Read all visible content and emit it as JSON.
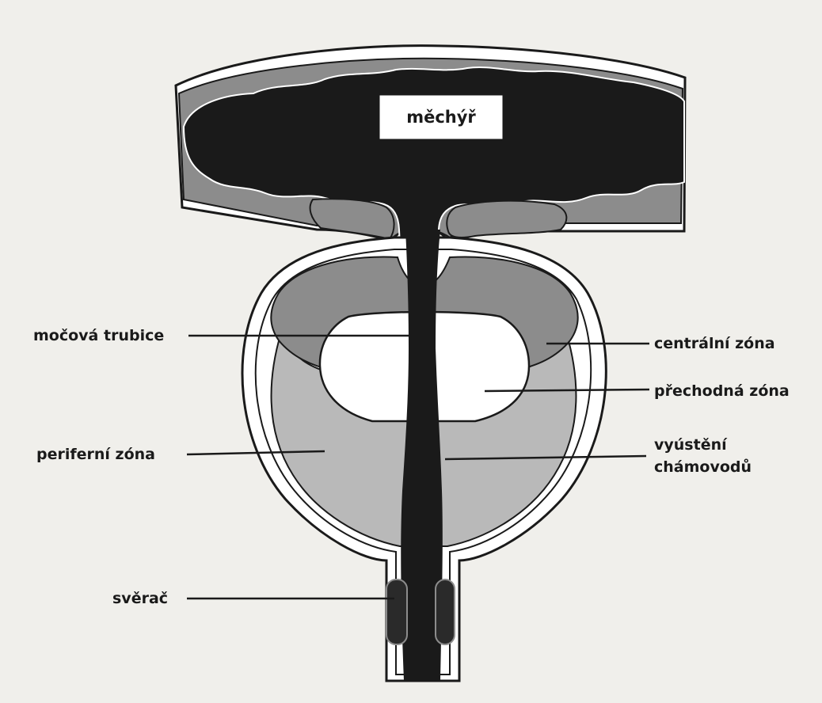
{
  "diagram": {
    "labels": {
      "bladder": "měchýř",
      "urethra": "močová trubice",
      "central_zone": "centrální zóna",
      "transition_zone": "přechodná zóna",
      "peripheral_zone": "periferní zóna",
      "ejaculatory_ducts_line1": "vyústění",
      "ejaculatory_ducts_line2": "chámovodů",
      "sphincter": "svěrač"
    },
    "colors": {
      "background": "#f0efeb",
      "dark_fill": "#1a1a1a",
      "mid_gray": "#8c8c8c",
      "light_gray": "#b9b9b9",
      "white": "#ffffff"
    }
  }
}
